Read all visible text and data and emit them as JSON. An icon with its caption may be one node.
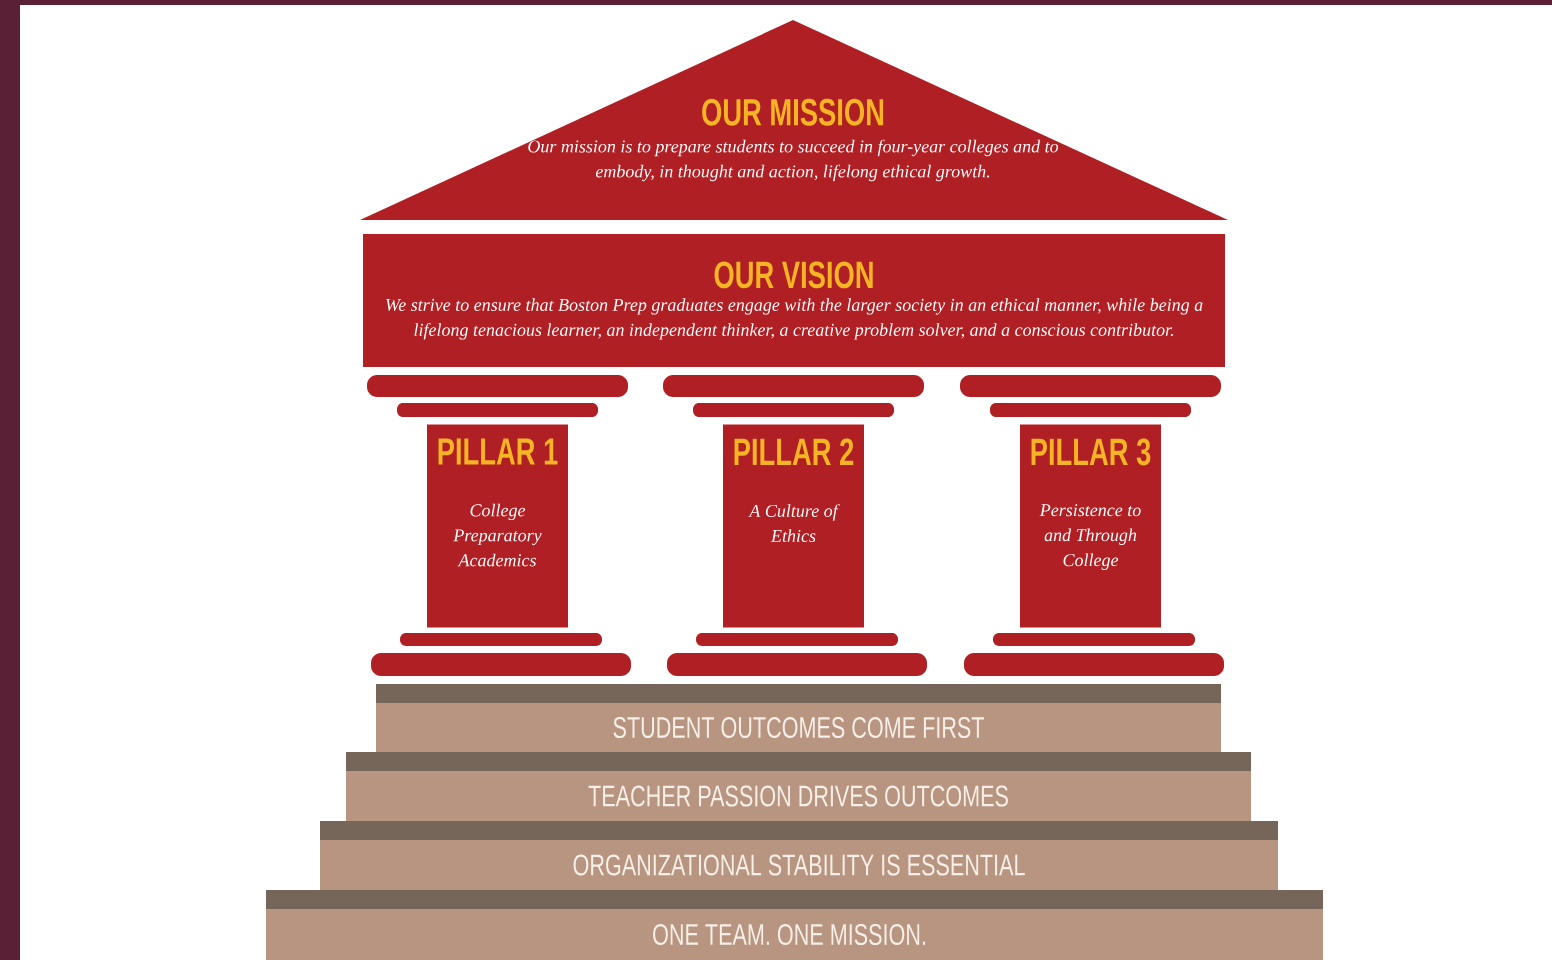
{
  "diagram": {
    "nodes": [
      {
        "text": [
          "OUR MISSION",
          "Our mission is to prepare students to succeed in four-year colleges and to embody, in thought and action, lifelong ethical growth."
        ]
      },
      {
        "text": [
          "OUR VISION",
          "We strive to ensure that Boston Prep graduates engage with the larger society in an ethical manner, while being a lifelong tenacious learner, an independent thinker, a creative problem solver, and a conscious contributor."
        ]
      },
      {
        "text": [
          "PILLAR 1",
          "College Preparatory Academics"
        ]
      },
      {
        "text": [
          "PILLAR 2",
          "A Culture of Ethics"
        ]
      },
      {
        "text": [
          "PILLAR 3",
          "Persistence to and Through College"
        ]
      },
      {
        "text": [
          "STUDENT OUTCOMES COME FIRST"
        ]
      },
      {
        "text": [
          "TEACHER PASSION DRIVES OUTCOMES"
        ]
      },
      {
        "text": [
          "ORGANIZATIONAL STABILITY IS ESSENTIAL"
        ]
      },
      {
        "text": [
          "ONE TEAM. ONE MISSION."
        ]
      }
    ]
  }
}
